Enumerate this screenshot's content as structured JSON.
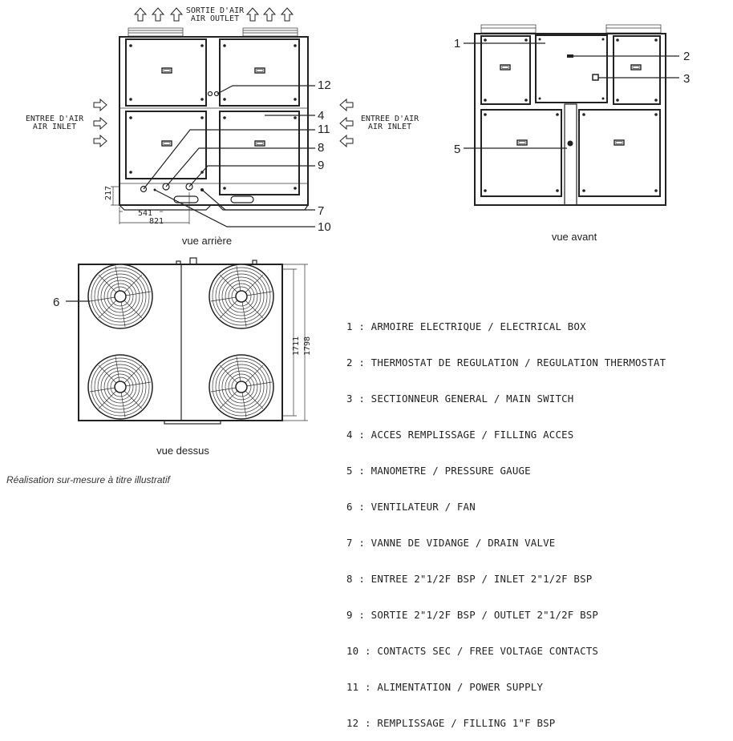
{
  "rear_view": {
    "caption": "vue arrière",
    "air_outlet": [
      "SORTIE D'AIR",
      "AIR OUTLET"
    ],
    "air_inlet": [
      "ENTREE D'AIR",
      "AIR INLET"
    ],
    "callouts": [
      "12",
      "4",
      "11",
      "8",
      "9",
      "7",
      "10"
    ],
    "dimensions": {
      "height": "217",
      "d1": "541",
      "d2": "821"
    }
  },
  "front_view": {
    "caption": "vue avant",
    "callouts": [
      "1",
      "2",
      "3",
      "5"
    ]
  },
  "top_view": {
    "caption": "vue dessus",
    "callouts": [
      "6"
    ],
    "dimensions": {
      "inner": "1711",
      "outer": "1798"
    }
  },
  "legend": [
    {
      "num": "1",
      "text": "ARMOIRE ELECTRIQUE / ELECTRICAL BOX"
    },
    {
      "num": "2",
      "text": "THERMOSTAT DE REGULATION / REGULATION THERMOSTAT"
    },
    {
      "num": "3",
      "text": "SECTIONNEUR GENERAL / MAIN SWITCH"
    },
    {
      "num": "4",
      "text": "ACCES REMPLISSAGE / FILLING ACCES"
    },
    {
      "num": "5",
      "text": "MANOMETRE / PRESSURE GAUGE"
    },
    {
      "num": "6",
      "text": "VENTILATEUR / FAN"
    },
    {
      "num": "7",
      "text": "VANNE DE VIDANGE / DRAIN VALVE"
    },
    {
      "num": "8",
      "text": "ENTREE 2\"1/2F BSP / INLET 2\"1/2F BSP"
    },
    {
      "num": "9",
      "text": "SORTIE 2\"1/2F BSP / OUTLET 2\"1/2F BSP"
    },
    {
      "num": "10",
      "text": "CONTACTS SEC / FREE VOLTAGE CONTACTS"
    },
    {
      "num": "11",
      "text": "ALIMENTATION / POWER SUPPLY"
    },
    {
      "num": "12",
      "text": "REMPLISSAGE / FILLING 1\"F BSP"
    }
  ],
  "footnote": "Réalisation sur-mesure à titre illustratif"
}
